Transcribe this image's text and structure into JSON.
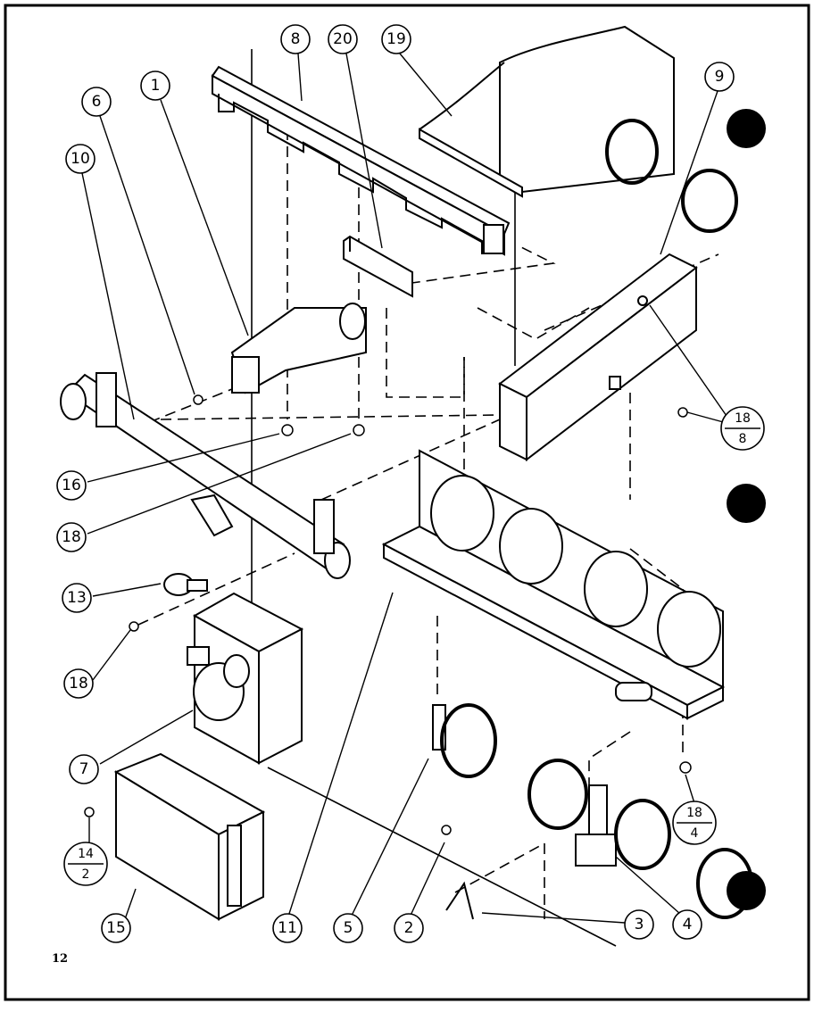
{
  "page_number": "12",
  "callouts": {
    "c8": "8",
    "c20": "20",
    "c19": "19",
    "c9": "9",
    "c1": "1",
    "c6": "6",
    "c10": "10",
    "c16": "16",
    "c18a": "18",
    "c13": "13",
    "c18b": "18",
    "c7": "7",
    "c15": "15",
    "c11": "11",
    "c5": "5",
    "c2": "2",
    "c3": "3",
    "c4": "4"
  },
  "fractions": {
    "f1": {
      "num": "18",
      "den": "8"
    },
    "f2": {
      "num": "18",
      "den": "4"
    },
    "f3": {
      "num": "14",
      "den": "2"
    }
  }
}
